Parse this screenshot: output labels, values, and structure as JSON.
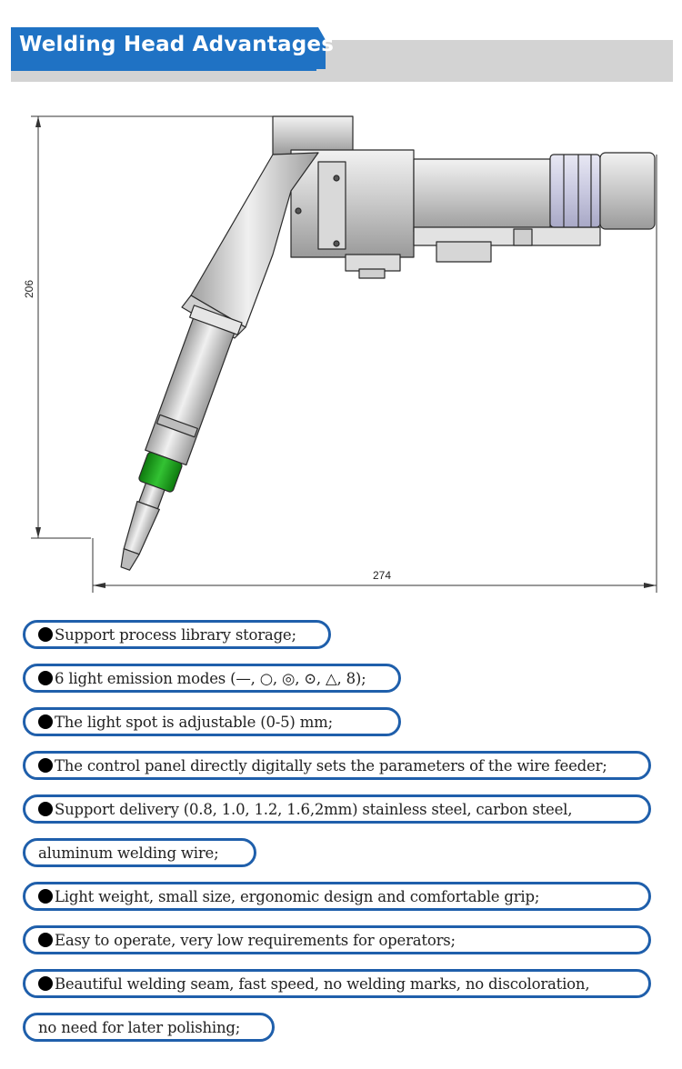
{
  "header": {
    "title": "Welding Head Advantages",
    "accent_color": "#1f72c4",
    "band_color": "#d3d3d3"
  },
  "drawing": {
    "height_dimension": "206",
    "width_dimension": "274",
    "nozzle_ring_color": "#1aa31a"
  },
  "features": [
    {
      "bullet": true,
      "text": "Support process library storage;"
    },
    {
      "bullet": true,
      "text": "6 light emission modes (—, ○, ◎, ⊙, △, 8);"
    },
    {
      "bullet": true,
      "text": "The light spot is adjustable (0-5) mm;"
    },
    {
      "bullet": true,
      "text": "The control panel directly digitally sets the parameters of the wire feeder;"
    },
    {
      "bullet": true,
      "text": "Support delivery (0.8, 1.0, 1.2, 1.6,2mm) stainless steel, carbon steel,"
    },
    {
      "bullet": false,
      "text": "aluminum welding wire;"
    },
    {
      "bullet": true,
      "text": "Light weight, small size, ergonomic design and comfortable grip;"
    },
    {
      "bullet": true,
      "text": "Easy to operate, very low requirements for operators;"
    },
    {
      "bullet": true,
      "text": "Beautiful welding seam, fast speed, no welding marks, no discoloration,"
    },
    {
      "bullet": false,
      "text": "no need for later polishing;"
    }
  ]
}
